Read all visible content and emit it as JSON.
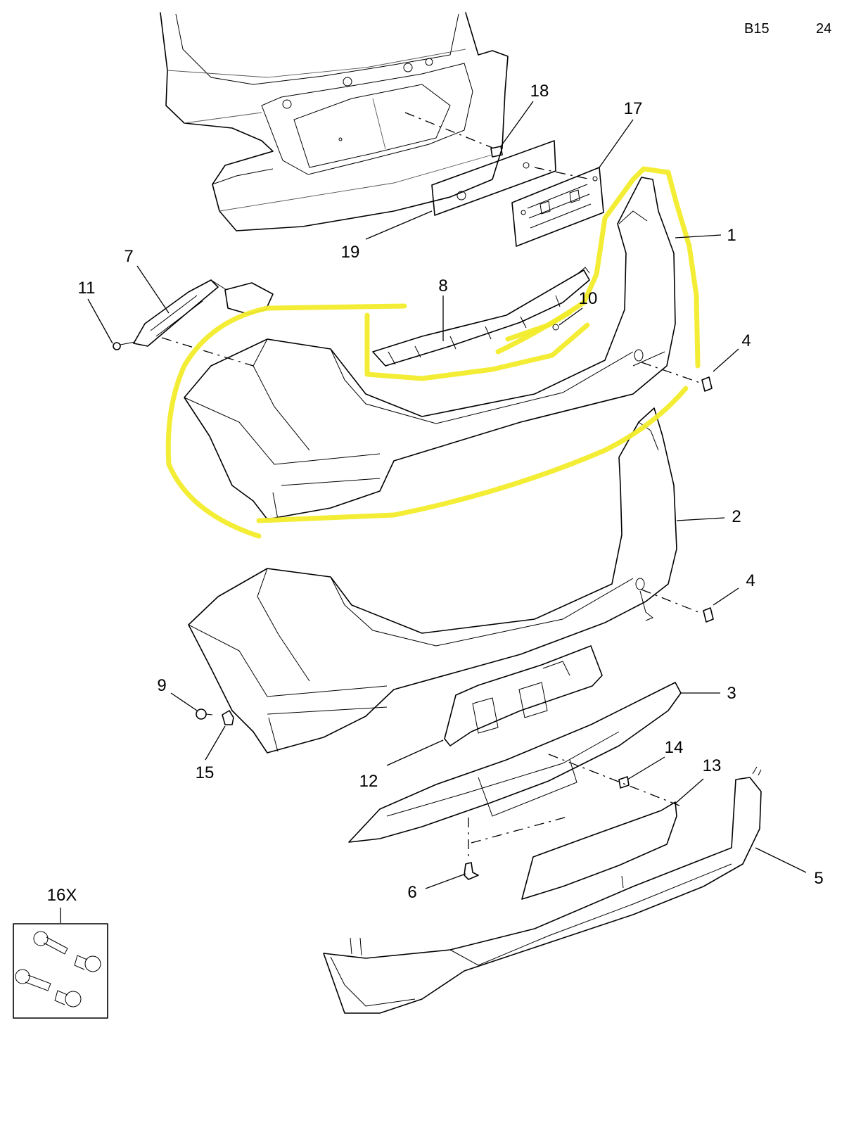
{
  "header": {
    "section_code": "B15",
    "page_number": "24"
  },
  "callouts": [
    {
      "id": "callout-1",
      "text": "1"
    },
    {
      "id": "callout-2",
      "text": "2"
    },
    {
      "id": "callout-3",
      "text": "3"
    },
    {
      "id": "callout-4a",
      "text": "4"
    },
    {
      "id": "callout-4b",
      "text": "4"
    },
    {
      "id": "callout-5",
      "text": "5"
    },
    {
      "id": "callout-6",
      "text": "6"
    },
    {
      "id": "callout-7",
      "text": "7"
    },
    {
      "id": "callout-8",
      "text": "8"
    },
    {
      "id": "callout-9",
      "text": "9"
    },
    {
      "id": "callout-10",
      "text": "10"
    },
    {
      "id": "callout-11",
      "text": "11"
    },
    {
      "id": "callout-12",
      "text": "12"
    },
    {
      "id": "callout-13",
      "text": "13"
    },
    {
      "id": "callout-14",
      "text": "14"
    },
    {
      "id": "callout-15",
      "text": "15"
    },
    {
      "id": "callout-16x",
      "text": "16X"
    },
    {
      "id": "callout-17",
      "text": "17"
    },
    {
      "id": "callout-18",
      "text": "18"
    },
    {
      "id": "callout-19",
      "text": "19"
    }
  ],
  "highlight_color": "#f2ec2b"
}
